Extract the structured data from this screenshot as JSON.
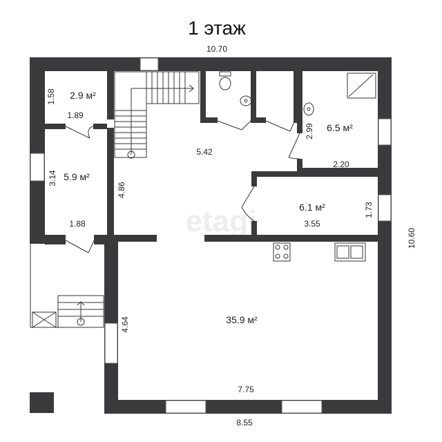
{
  "title": "1 этаж",
  "watermark": "etagi",
  "wall_color": "#3a3a3c",
  "line_color": "#333333",
  "dimensions": {
    "top_width": "10.70",
    "right_height": "10.60",
    "bottom_width": "8.55",
    "room_a_height": "1.58",
    "room_a_width": "1.89",
    "room_b_height": "3.14",
    "room_b_width": "1.88",
    "stair_height": "4.86",
    "hall_width": "5.42",
    "bath_height": "2.99",
    "bath_width": "2.20",
    "room_d_height": "1.73",
    "room_d_width": "3.55",
    "living_height": "4.64",
    "living_width": "7.75"
  },
  "areas": {
    "room_a": "2.9 м²",
    "room_b": "5.9 м²",
    "bath": "6.5 м²",
    "room_d": "6.1 м²",
    "living": "35.9 м²"
  }
}
